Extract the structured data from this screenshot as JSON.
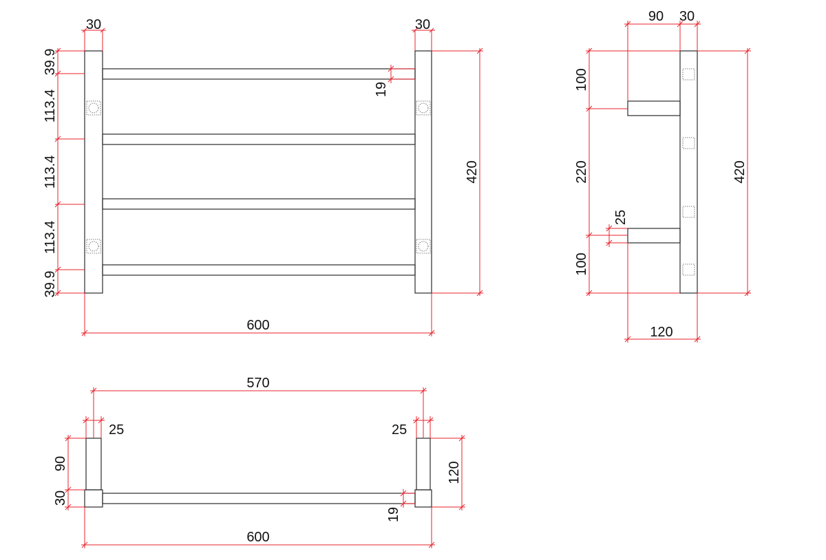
{
  "front_view": {
    "width_label": "600",
    "post_width_left": "30",
    "post_width_right": "30",
    "height_label": "420",
    "rail_dia_label": "19",
    "spacing_top": "39.9",
    "spacing_1": "113.4",
    "spacing_2": "113.4",
    "spacing_3": "113.4",
    "spacing_bottom": "39.9"
  },
  "side_view": {
    "projection_label": "90",
    "post_label": "30",
    "height_label": "420",
    "top_offset_label": "100",
    "between_label": "220",
    "bottom_offset_label": "100",
    "arm_thickness_label": "25",
    "depth_label": "120"
  },
  "top_view": {
    "inner_width_label": "570",
    "overall_width_label": "600",
    "arm_left_label": "25",
    "arm_right_label": "25",
    "projection_label": "90",
    "post_label": "30",
    "depth_label": "120",
    "rail_dia_label": "19"
  },
  "colors": {
    "dimension": "#e8202a",
    "outline": "#2a2a2a",
    "text": "#111111"
  }
}
